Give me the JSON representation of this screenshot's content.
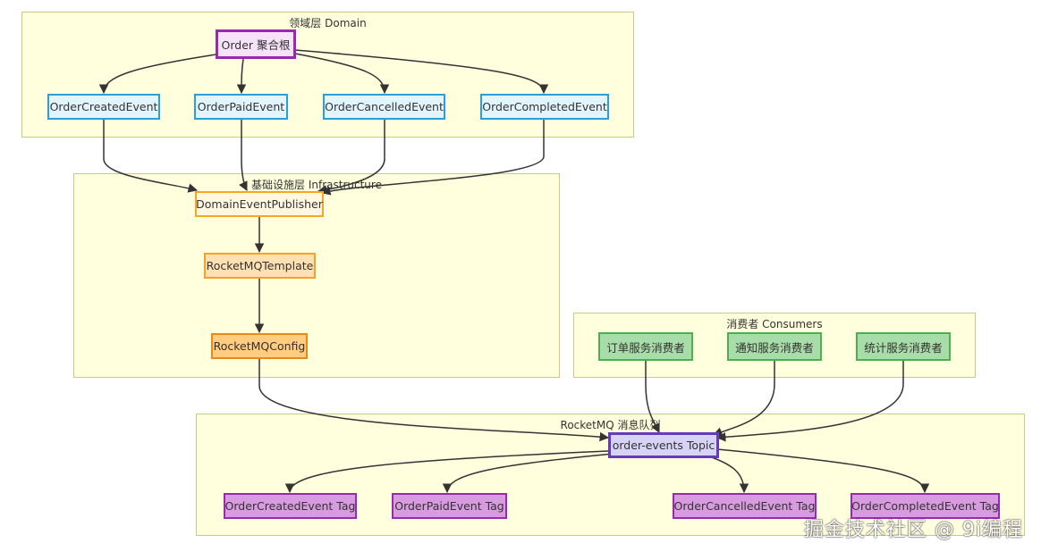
{
  "groups": {
    "domain": "领域层 Domain",
    "infrastructure": "基础设施层 Infrastructure",
    "consumers": "消费者 Consumers",
    "mq": "RocketMQ 消息队列"
  },
  "nodes": {
    "aggregate": "Order 聚合根",
    "order_created_event": "OrderCreatedEvent",
    "order_paid_event": "OrderPaidEvent",
    "order_cancelled_event": "OrderCancelledEvent",
    "order_completed_event": "OrderCompletedEvent",
    "publisher": "DomainEventPublisher",
    "template": "RocketMQTemplate",
    "config": "RocketMQConfig",
    "consumer_order": "订单服务消费者",
    "consumer_notify": "通知服务消费者",
    "consumer_stats": "统计服务消费者",
    "topic": "order-events Topic",
    "tag_created": "OrderCreatedEvent Tag",
    "tag_paid": "OrderPaidEvent Tag",
    "tag_cancelled": "OrderCancelledEvent Tag",
    "tag_completed": "OrderCompletedEvent Tag"
  },
  "watermark": "掘金技术社区 @ 9i编程",
  "colors": {
    "group_bg": "#ffffde",
    "event": "#2a9fd6",
    "aggregate": "#9c27b0",
    "publisher": "#f5a623",
    "consumer": "#4caf50",
    "topic": "#673ab7",
    "edge": "#333333"
  }
}
